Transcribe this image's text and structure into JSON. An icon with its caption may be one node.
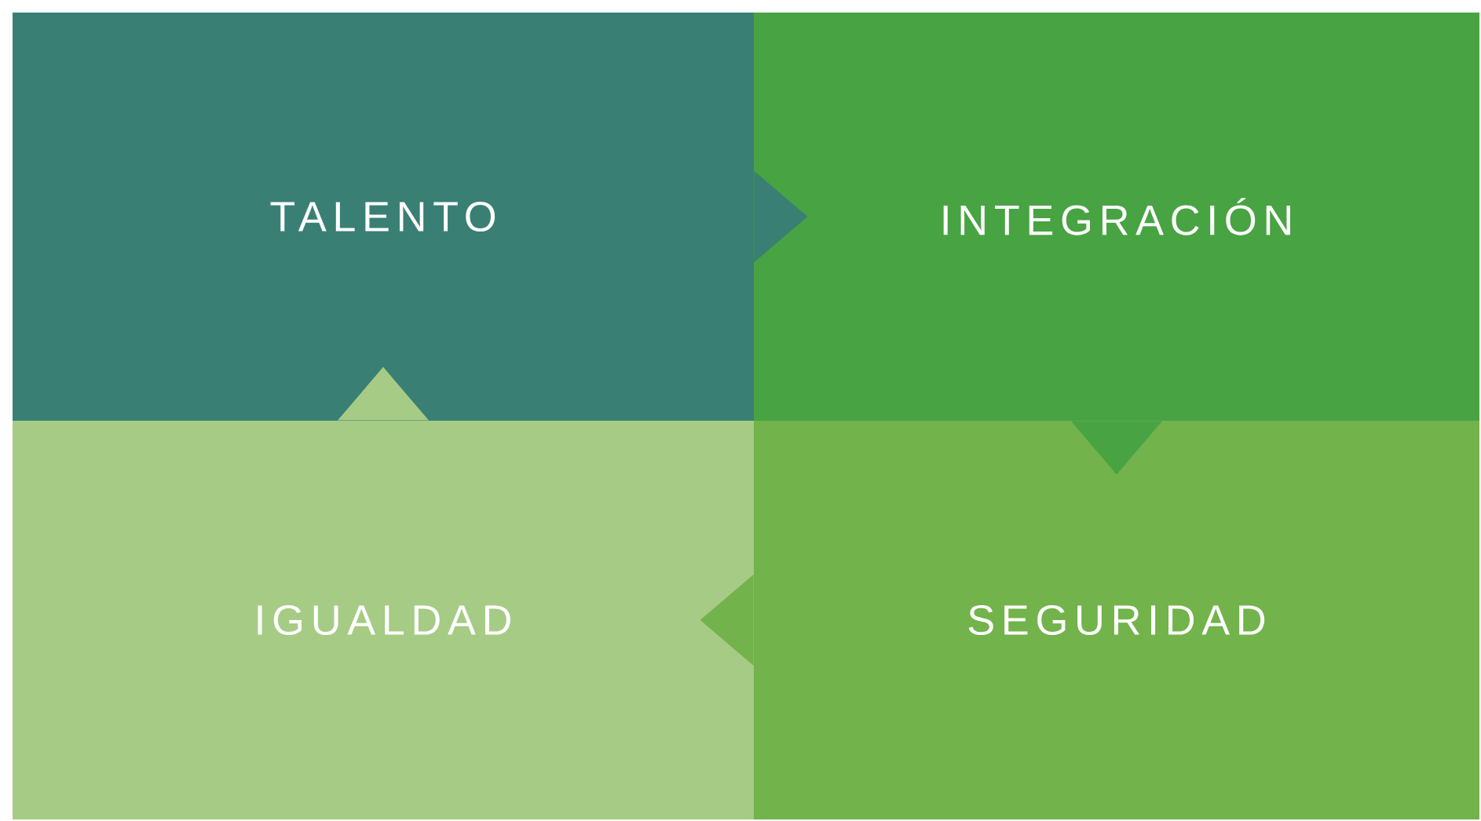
{
  "diagram": {
    "nodes": [
      {
        "text": [
          "TALENTO"
        ]
      },
      {
        "text": [
          "INTEGRACIÓN"
        ]
      },
      {
        "text": [
          "IGUALDAD"
        ]
      },
      {
        "text": [
          "SEGURIDAD"
        ]
      }
    ],
    "edges": [
      {
        "from": 0,
        "to": 1,
        "arrow": "to",
        "color": "#3a7f74"
      },
      {
        "from": 1,
        "to": 3,
        "arrow": "to",
        "color": "#48a343"
      },
      {
        "from": 3,
        "to": 2,
        "arrow": "to",
        "color": "#72b34b"
      },
      {
        "from": 2,
        "to": 0,
        "arrow": "to",
        "color": "#a6cb85"
      }
    ]
  }
}
